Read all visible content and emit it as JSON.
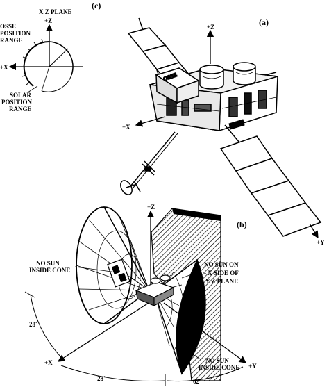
{
  "panels": {
    "a": "(a)",
    "b": "(b)",
    "c": "(c)"
  },
  "panel_c": {
    "title": "X Z PLANE",
    "osse_range": [
      "OSSE",
      "POSITION",
      "RANGE"
    ],
    "solar_range": [
      "SOLAR",
      "POSITION",
      "RANGE"
    ],
    "axes": {
      "z": "+Z",
      "x": "+X"
    }
  },
  "panel_a": {
    "instrument": "OSSE",
    "axes": {
      "z": "+Z",
      "x": "+X",
      "y": "+Y"
    }
  },
  "panel_b": {
    "cone_label": [
      "NO SUN",
      "INSIDE CONE"
    ],
    "plane_label": [
      "NO SUN ON",
      "- X SIDE OF",
      "Y Z PLANE"
    ],
    "lower_cone_label": [
      "NO SUN",
      "INSIDE CONE"
    ],
    "angles": {
      "left": "28˚",
      "bottom": "28˚",
      "right": "62˚"
    },
    "axes": {
      "z": "+Z",
      "x": "+X",
      "y": "+Y"
    }
  }
}
